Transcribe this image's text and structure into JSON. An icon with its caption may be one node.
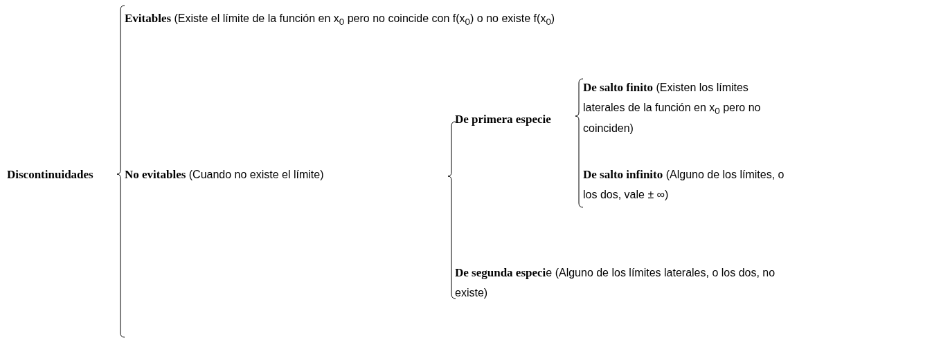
{
  "diagram": {
    "nodes": [
      {
        "text": [
          "Discontinuidades"
        ]
      },
      {
        "text": [
          "**Evitables** (Existe el límite de la función en x$_{0}$ pero no coincide con f(x$_{0}$) o no existe f(x$_{0}$)"
        ]
      },
      {
        "text": [
          "**No evitables** (Cuando no existe el límite)"
        ]
      },
      {
        "text": [
          "De primera especie"
        ]
      },
      {
        "text": [
          "**De salto finito** (Existen los límites laterales de la función en x$_{0}$ pero no coinciden)"
        ]
      },
      {
        "text": [
          "**De salto infinito** (Alguno de los límites, o los dos, vale ± ∞)"
        ]
      },
      {
        "text": [
          "**De segunda especi**e (Alguno de los límites laterales, o los dos, no existe)"
        ]
      }
    ]
  }
}
